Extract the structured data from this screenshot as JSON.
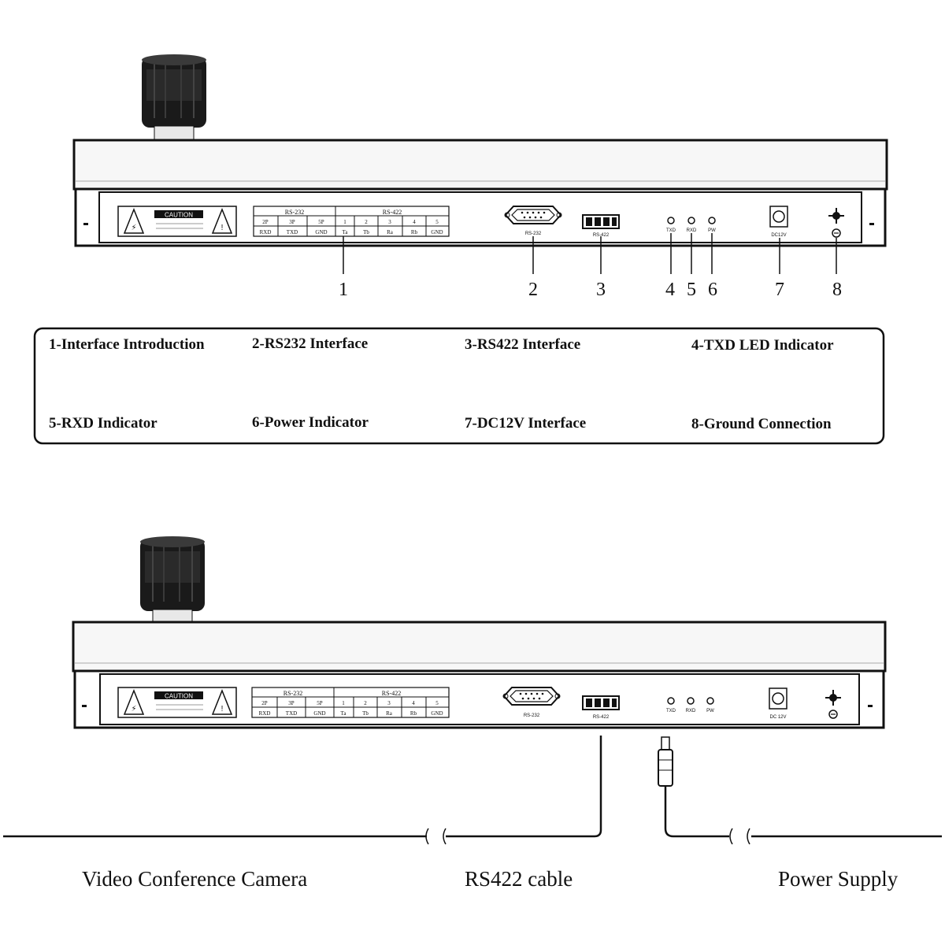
{
  "panel1": {
    "caution_label": "CAUTION",
    "rs232_header": "RS-232",
    "rs422_header": "RS-422",
    "pin_numbers": [
      "2P",
      "3P",
      "5P",
      "1",
      "2",
      "3",
      "4",
      "5"
    ],
    "pin_signals": [
      "RXD",
      "TXD",
      "GND",
      "Ta",
      "Tb",
      "Ra",
      "Rb",
      "GND"
    ],
    "db9_label": "RS-232",
    "rs422_label": "RS-422",
    "led_labels": [
      "TXD",
      "RXD",
      "PW"
    ],
    "dc_label": "DC12V",
    "callout_numbers": [
      "1",
      "2",
      "3",
      "4",
      "5",
      "6",
      "7",
      "8"
    ]
  },
  "legend": {
    "items": [
      "1-Interface Introduction",
      "2-RS232 Interface",
      "3-RS422 Interface",
      "4-TXD LED Indicator",
      "5-RXD Indicator",
      "6-Power  Indicator",
      "7-DC12V Interface",
      "8-Ground Connection"
    ]
  },
  "panel2": {
    "caution_label": "CAUTION",
    "rs232_header": "RS-232",
    "rs422_header": "RS-422",
    "pin_numbers": [
      "2P",
      "3P",
      "5P",
      "1",
      "2",
      "3",
      "4",
      "5"
    ],
    "pin_signals": [
      "RXD",
      "TXD",
      "GND",
      "Ta",
      "Tb",
      "Ra",
      "Rb",
      "GND"
    ],
    "db9_label": "RS-232",
    "rs422_label": "RS-422",
    "led_labels": [
      "TXD",
      "RXD",
      "PW"
    ],
    "dc_label": "DC 12V"
  },
  "connection": {
    "left_label": "Video Conference Camera",
    "middle_label": "RS422 cable",
    "right_label": "Power Supply"
  }
}
